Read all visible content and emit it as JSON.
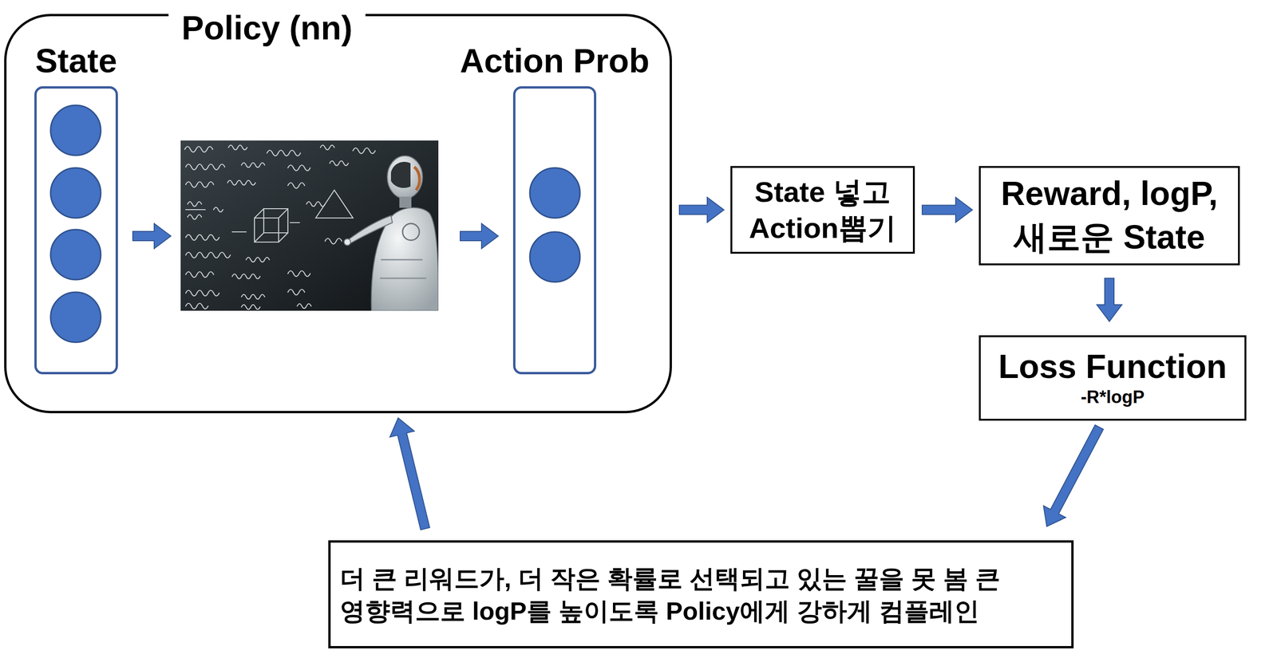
{
  "diagram": {
    "nodes": [
      {
        "text": [
          "Policy (nn)"
        ]
      },
      {
        "text": [
          "State"
        ],
        "in": 0
      },
      {
        "text": [
          "Action Prob"
        ],
        "in": 0
      },
      {
        "text": [
          "State 넣고 Action뽑기"
        ]
      },
      {
        "text": [
          "Reward, logP, 새로운 State"
        ]
      },
      {
        "text": [
          "Loss Function",
          "-R*logP"
        ]
      },
      {
        "text": [
          "더 큰 리워드가, 더 작은 확률로 선택되고 있는 꿀을 못 봄 큰 영향력으로 logP를 높이도록 Policy에게 강하게 컴플레인"
        ]
      }
    ],
    "edges": [
      {
        "from": 0,
        "to": 3,
        "arrow": "to"
      },
      {
        "from": 3,
        "to": 4,
        "arrow": "to"
      },
      {
        "from": 4,
        "to": 5,
        "arrow": "to"
      },
      {
        "from": 5,
        "to": 6,
        "arrow": "to"
      },
      {
        "from": 6,
        "to": 0,
        "arrow": "to"
      }
    ]
  }
}
